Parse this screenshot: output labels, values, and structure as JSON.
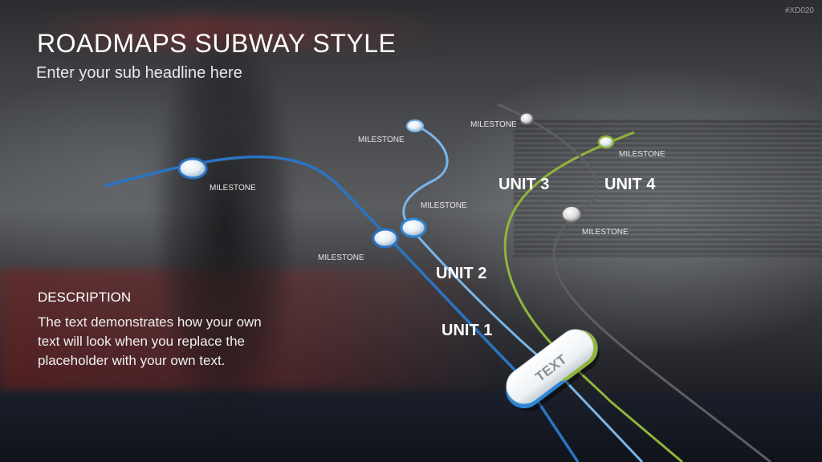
{
  "watermark": "#XD020",
  "header": {
    "title": "ROADMAPS SUBWAY STYLE",
    "subtitle": "Enter your sub headline here"
  },
  "description": {
    "heading": "DESCRIPTION",
    "body": "The text demonstrates how your own text will look when you replace the placeholder with your own text."
  },
  "milestone_label": "MILESTONE",
  "units": {
    "unit1": "UNIT 1",
    "unit2": "UNIT 2",
    "unit3": "UNIT 3",
    "unit4": "UNIT 4"
  },
  "station_label": "TEXT",
  "colors": {
    "unit1": "#2a74c2",
    "unit2": "#7ab4e6",
    "unit3": "#8fb53a",
    "unit4": "#5c5e62",
    "station_body": "#ffffff",
    "station_cap_blue": "#2f86d4",
    "station_cap_green": "#8fb53a"
  }
}
